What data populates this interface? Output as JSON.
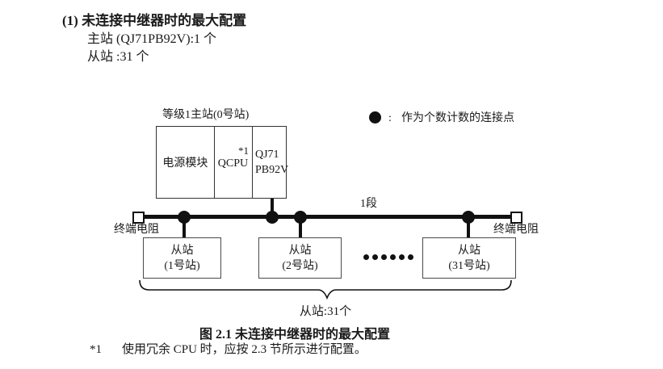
{
  "header": {
    "title": "(1) 未连接中继器时的最大配置",
    "master_count_line": "主站 (QJ71PB92V):1 个",
    "slave_count_line": "从站 :31 个"
  },
  "legend": {
    "separator": ":",
    "text": "作为个数计数的连接点"
  },
  "diagram": {
    "master": {
      "label": "等级1主站(0号站)",
      "power_module": "电源模块",
      "cpu": "QCPU",
      "cpu_note_ref": "*1",
      "network_module_line1": "QJ71",
      "network_module_line2": "PB92V"
    },
    "bus": {
      "segment_label": "1段",
      "terminator_left_label": "终端电阻",
      "terminator_right_label": "终端电阻"
    },
    "slaves": [
      {
        "line1": "从站",
        "line2": "(1号站)"
      },
      {
        "line1": "从站",
        "line2": "(2号站)"
      },
      {
        "line1": "从站",
        "line2": "(31号站)"
      }
    ],
    "brace_label": "从站:31个"
  },
  "caption": "图 2.1 未连接中继器时的最大配置",
  "footnote": {
    "ref": "*1",
    "text": "使用冗余 CPU 时，应按 2.3 节所示进行配置。"
  },
  "colors": {
    "text": "#1a1a1a",
    "line": "#111111",
    "box_border": "#4a4a4a"
  }
}
